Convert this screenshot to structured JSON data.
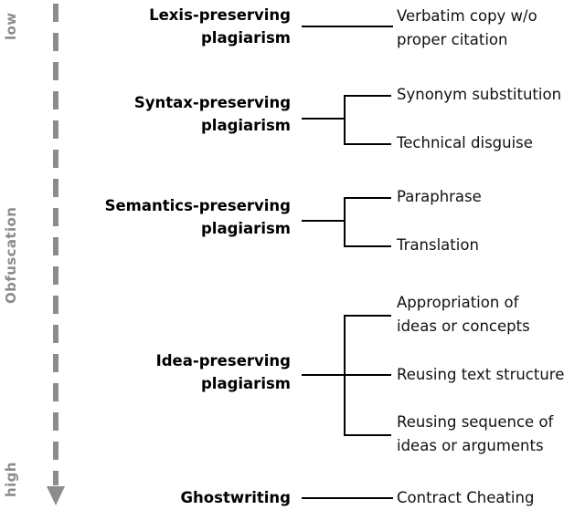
{
  "axis": {
    "name": "Obfuscation",
    "low_label": "low",
    "high_label": "high",
    "color": "#8c8c8c",
    "direction": "top-to-bottom",
    "arrow_icon": "down-arrow-icon"
  },
  "colors": {
    "axis_gray": "#8c8c8c",
    "text_black": "#000000",
    "connector_black": "#000000",
    "background": "#ffffff"
  },
  "chart_data": {
    "type": "diagram",
    "title": "",
    "axis_label": "Obfuscation",
    "axis_min_label": "low",
    "axis_max_label": "high",
    "categories": [
      {
        "name": "Lexis-preserving plagiarism",
        "obfuscation_rank": 1,
        "children": [
          "Verbatim copy w/o proper citation"
        ]
      },
      {
        "name": "Syntax-preserving plagiarism",
        "obfuscation_rank": 2,
        "children": [
          "Synonym substitution",
          "Technical disguise"
        ]
      },
      {
        "name": "Semantics-preserving plagiarism",
        "obfuscation_rank": 3,
        "children": [
          "Paraphrase",
          "Translation"
        ]
      },
      {
        "name": "Idea-preserving plagiarism",
        "obfuscation_rank": 4,
        "children": [
          "Appropriation of ideas or concepts",
          "Reusing text structure",
          "Reusing sequence of ideas or arguments"
        ]
      },
      {
        "name": "Ghostwriting",
        "obfuscation_rank": 5,
        "children": [
          "Contract Cheating"
        ]
      }
    ]
  },
  "groups": [
    {
      "id": "lexis",
      "label": "Lexis-preserving\nplagiarism",
      "leaves": [
        {
          "id": "verbatim",
          "label": "Verbatim copy w/o\nproper citation"
        }
      ]
    },
    {
      "id": "syntax",
      "label": "Syntax-preserving\nplagiarism",
      "leaves": [
        {
          "id": "synonym",
          "label": "Synonym substitution"
        },
        {
          "id": "technical-disguise",
          "label": "Technical disguise"
        }
      ]
    },
    {
      "id": "semantics",
      "label": "Semantics-preserving\nplagiarism",
      "leaves": [
        {
          "id": "paraphrase",
          "label": "Paraphrase"
        },
        {
          "id": "translation",
          "label": "Translation"
        }
      ]
    },
    {
      "id": "idea",
      "label": "Idea-preserving\nplagiarism",
      "leaves": [
        {
          "id": "appropriation",
          "label": "Appropriation of\nideas or concepts"
        },
        {
          "id": "text-structure",
          "label": "Reusing text structure"
        },
        {
          "id": "sequence",
          "label": "Reusing sequence of\nideas or arguments"
        }
      ]
    },
    {
      "id": "ghostwriting",
      "label": "Ghostwriting",
      "leaves": [
        {
          "id": "contract-cheating",
          "label": "Contract Cheating"
        }
      ]
    }
  ]
}
